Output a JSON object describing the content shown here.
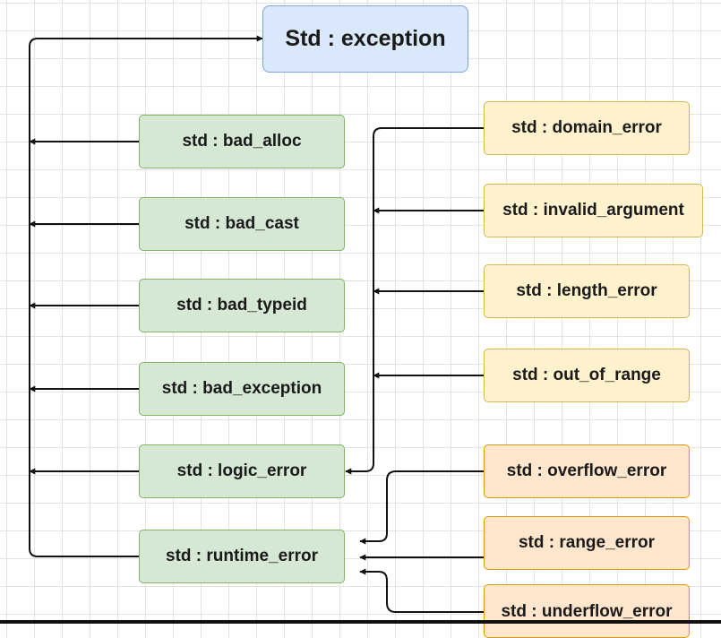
{
  "diagram": {
    "root": {
      "id": "exception",
      "label": "Std : exception"
    },
    "nodes": [
      {
        "id": "bad_alloc",
        "label": "std : bad_alloc",
        "color": "green"
      },
      {
        "id": "bad_cast",
        "label": "std : bad_cast",
        "color": "green"
      },
      {
        "id": "bad_typeid",
        "label": "std : bad_typeid",
        "color": "green"
      },
      {
        "id": "bad_exception",
        "label": "std : bad_exception",
        "color": "green"
      },
      {
        "id": "logic_error",
        "label": "std : logic_error",
        "color": "green"
      },
      {
        "id": "runtime_error",
        "label": "std : runtime_error",
        "color": "green"
      },
      {
        "id": "domain_error",
        "label": "std : domain_error",
        "color": "yellow"
      },
      {
        "id": "invalid_argument",
        "label": "std : invalid_argument",
        "color": "yellow"
      },
      {
        "id": "length_error",
        "label": "std : length_error",
        "color": "yellow"
      },
      {
        "id": "out_of_range",
        "label": "std : out_of_range",
        "color": "yellow"
      },
      {
        "id": "overflow_error",
        "label": "std : overflow_error",
        "color": "orange"
      },
      {
        "id": "range_error",
        "label": "std : range_error",
        "color": "orange"
      },
      {
        "id": "underflow_error",
        "label": "std : underflow_error",
        "color": "orange"
      }
    ],
    "edges": [
      {
        "from": "bad_alloc",
        "to": "exception"
      },
      {
        "from": "bad_cast",
        "to": "exception"
      },
      {
        "from": "bad_typeid",
        "to": "exception"
      },
      {
        "from": "bad_exception",
        "to": "exception"
      },
      {
        "from": "logic_error",
        "to": "exception"
      },
      {
        "from": "runtime_error",
        "to": "exception"
      },
      {
        "from": "domain_error",
        "to": "logic_error"
      },
      {
        "from": "invalid_argument",
        "to": "logic_error"
      },
      {
        "from": "length_error",
        "to": "logic_error"
      },
      {
        "from": "out_of_range",
        "to": "logic_error"
      },
      {
        "from": "overflow_error",
        "to": "runtime_error"
      },
      {
        "from": "range_error",
        "to": "runtime_error"
      },
      {
        "from": "underflow_error",
        "to": "runtime_error"
      }
    ],
    "colors": {
      "root_fill": "#dae8fc",
      "root_border": "#7ea6e0",
      "green_fill": "#d5e8d4",
      "green_border": "#82b366",
      "yellow_fill": "#fff2cc",
      "yellow_border": "#d6b656",
      "orange_fill": "#ffe6cc",
      "orange_border": "#d79b00",
      "edge": "#111111"
    }
  }
}
